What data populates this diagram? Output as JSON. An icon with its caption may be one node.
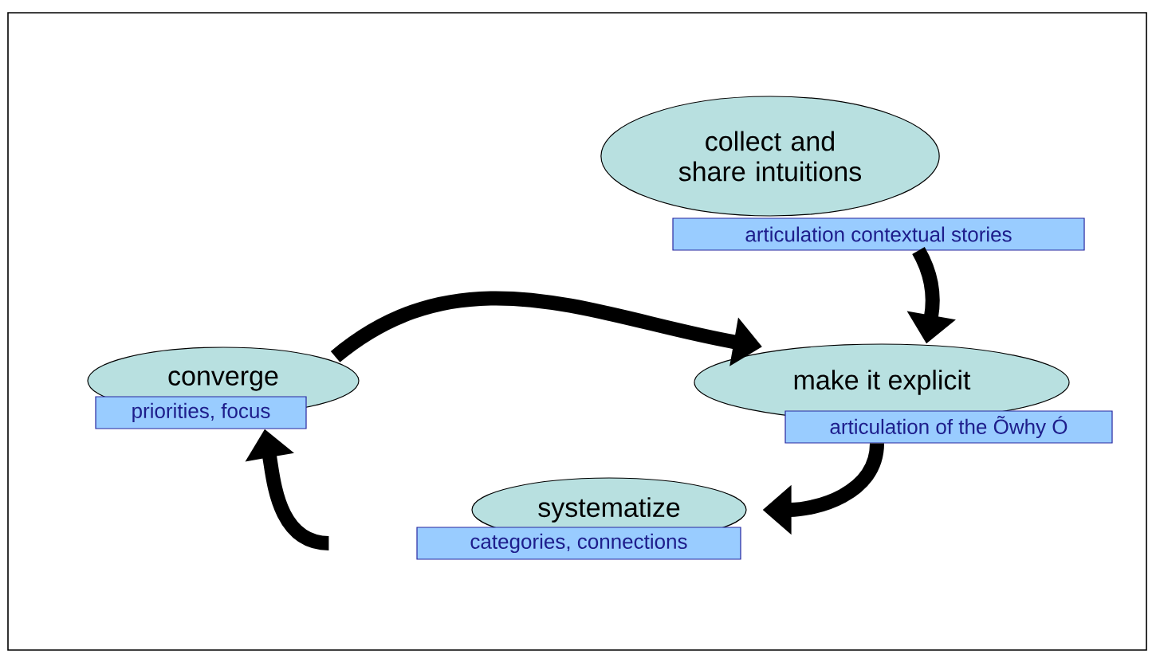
{
  "diagram": {
    "nodes": [
      {
        "text": [
          "collect and share intuitions"
        ]
      },
      {
        "text": [
          "articulation contextual stories"
        ]
      },
      {
        "text": [
          "make it explicit"
        ]
      },
      {
        "text": [
          "articulation of the Õwhy Ó"
        ]
      },
      {
        "text": [
          "systematize"
        ]
      },
      {
        "text": [
          "categories, connections"
        ]
      },
      {
        "text": [
          "converge"
        ]
      },
      {
        "text": [
          "priorities, focus"
        ]
      }
    ],
    "edges": [
      {
        "from": 1,
        "to": 2,
        "arrow": "to"
      },
      {
        "from": 3,
        "to": 4,
        "arrow": "to"
      },
      {
        "from": 5,
        "to": 7,
        "arrow": "to"
      },
      {
        "from": 6,
        "to": 2,
        "arrow": "to"
      }
    ]
  }
}
